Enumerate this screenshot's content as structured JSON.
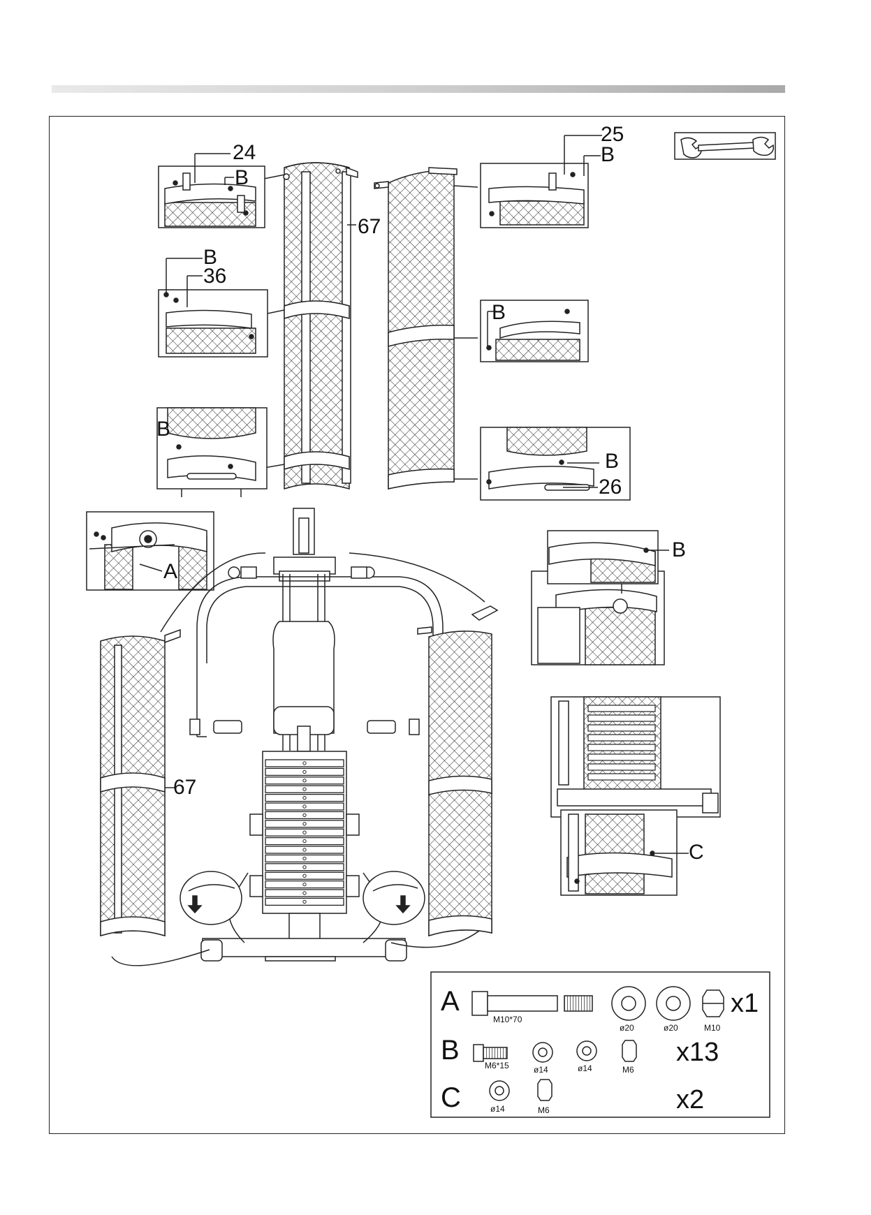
{
  "header": {
    "rule_colors": [
      "#e9e9e9",
      "#a9a9a9"
    ]
  },
  "callouts": {
    "c24": "24",
    "b_tl": "B",
    "c67_top": "67",
    "b_ml": "B",
    "c36": "36",
    "b_bl": "B",
    "c25": "25",
    "b_tr": "B",
    "b_mr": "B",
    "b_br": "B",
    "c26": "26",
    "a_main": "A",
    "b_right": "B",
    "c67_bottom": "67",
    "c_right": "C"
  },
  "icons": {
    "tool": "wrench-icon"
  },
  "hardware": {
    "A": {
      "letter": "A",
      "bolt": "M10*70",
      "washer1": "ø20",
      "washer2": "ø20",
      "nut": "M10",
      "qty": "x1"
    },
    "B": {
      "letter": "B",
      "bolt": "M6*15",
      "washer1": "ø14",
      "washer2": "ø14",
      "nut": "M6",
      "qty": "x13"
    },
    "C": {
      "letter": "C",
      "washer": "ø14",
      "nut": "M6",
      "qty": "x2"
    }
  }
}
